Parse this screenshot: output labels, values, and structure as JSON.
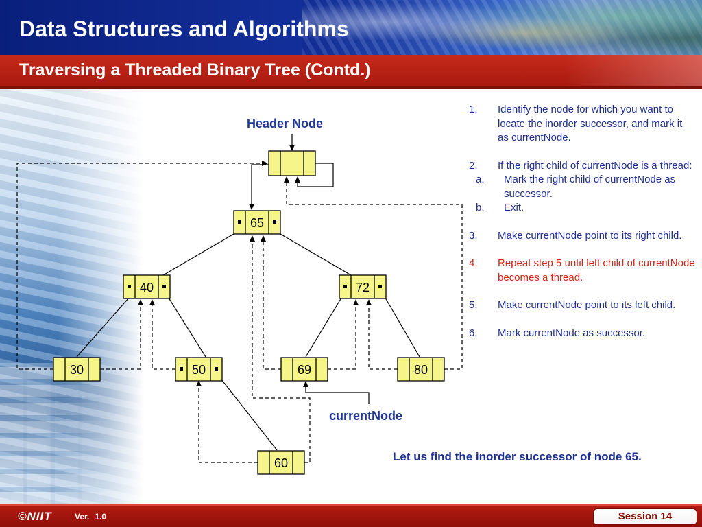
{
  "slide": {
    "title": "Data Structures and Algorithms",
    "subtitle": "Traversing a Threaded Binary Tree (Contd.)"
  },
  "diagram": {
    "header_label": "Header Node",
    "current_label": "currentNode",
    "nodes": {
      "n65": "65",
      "n40": "40",
      "n72": "72",
      "n30": "30",
      "n50": "50",
      "n69": "69",
      "n80": "80",
      "n60": "60"
    }
  },
  "steps": [
    {
      "num": "1.",
      "text": "Identify the node for which you want to locate the inorder successor, and mark it as currentNode."
    },
    {
      "num": "2.",
      "text": "If the right child of currentNode is a thread:",
      "subs": [
        {
          "num": "a.",
          "text": "Mark the right child of currentNode as successor."
        },
        {
          "num": "b.",
          "text": "Exit."
        }
      ]
    },
    {
      "num": "3.",
      "text": "Make currentNode point to its right child."
    },
    {
      "num": "4.",
      "text": "Repeat step 5 until left child of currentNode becomes a thread."
    },
    {
      "num": "5.",
      "text": "Make currentNode point to its left child."
    },
    {
      "num": "6.",
      "text": "Mark currentNode as successor."
    }
  ],
  "footnote": "Let us find the inorder successor of node 65.",
  "footer": {
    "logo": "©NIIT",
    "version_label": "Ver.",
    "version": "1.0",
    "session": "Session 14"
  },
  "colors": {
    "title_band": "#13309b",
    "subtitle_band": "#b8221a",
    "node_fill": "#f5f58a",
    "body_text": "#1f2f8f",
    "highlight_text": "#d8241a"
  }
}
